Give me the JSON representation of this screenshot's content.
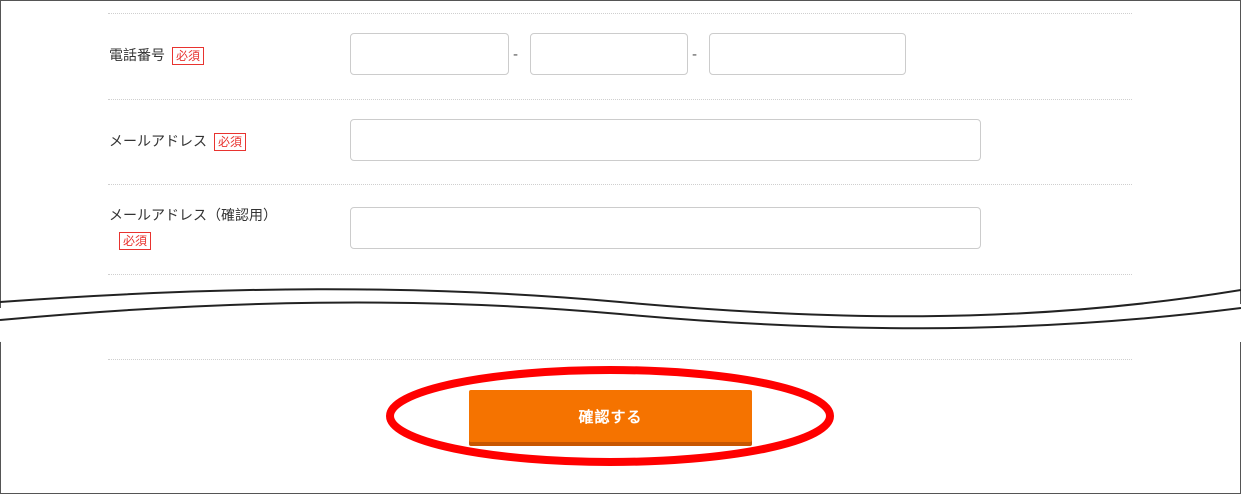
{
  "form": {
    "required_badge": "必須",
    "phone": {
      "label": "電話番号",
      "separator": "-"
    },
    "email": {
      "label": "メールアドレス"
    },
    "email_confirm": {
      "label": "メールアドレス（確認用）"
    }
  },
  "submit": {
    "label": "確認する"
  },
  "colors": {
    "accent": "#f57300",
    "required": "#e8332f",
    "highlight": "#ff0000"
  }
}
